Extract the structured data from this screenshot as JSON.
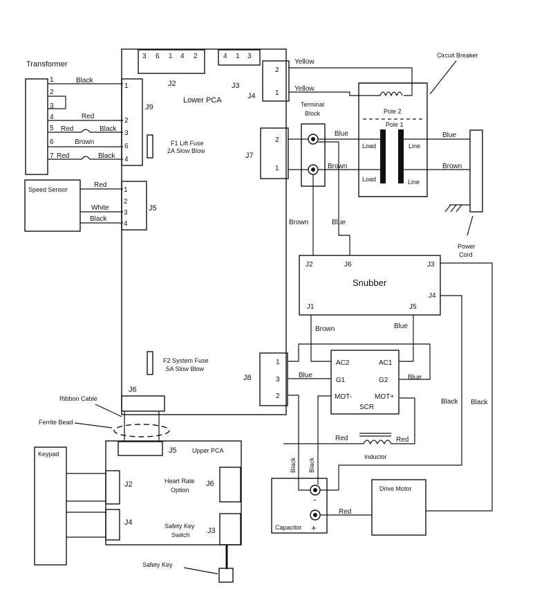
{
  "transformer": {
    "title": "Transformer",
    "pins": [
      "1",
      "2",
      "3",
      "4",
      "5",
      "6",
      "7"
    ]
  },
  "speed_sensor": {
    "title": "Speed Sensor"
  },
  "keypad": {
    "title": "Keypad"
  },
  "lower_pca": {
    "title": "Lower PCA",
    "j2": {
      "label": "J2",
      "pins": [
        "3",
        "6",
        "1",
        "4",
        "2"
      ]
    },
    "j3": {
      "label": "J3",
      "pins": [
        "4",
        "1",
        "3"
      ]
    },
    "j4": {
      "label": "J4",
      "pins": [
        "2",
        "1"
      ]
    },
    "j9": {
      "label": "J9",
      "pins": [
        "1",
        "2",
        "3",
        "6",
        "4"
      ]
    },
    "j7": {
      "label": "J7",
      "pins": [
        "2",
        "1"
      ]
    },
    "j5": {
      "label": "J5",
      "pins": [
        "1",
        "2",
        "3",
        "4"
      ]
    },
    "j8": {
      "label": "J8",
      "pins": [
        "1",
        "3",
        "2"
      ]
    },
    "j6": {
      "label": "J6"
    },
    "f1": {
      "line1": "F1 Lift Fuse",
      "line2": "2A Slow Blow"
    },
    "f2": {
      "line1": "F2 System Fuse",
      "line2": ".5A Slow Blow"
    }
  },
  "upper_pca": {
    "title": "Upper PCA",
    "j5": "J5",
    "j2": "J2",
    "j4": "J4",
    "j6": "J6",
    "j3": "J3",
    "heart_rate": {
      "line1": "Heart Rate",
      "line2": "Option"
    },
    "safety_switch": {
      "line1": "Safety Key",
      "line2": "Switch"
    }
  },
  "terminal_block": {
    "line1": "Terminal",
    "line2": "Block"
  },
  "circuit_breaker": {
    "title": "Circuit Breaker",
    "pole2": "Pole 2",
    "pole1": "Pole 1",
    "load": "Load",
    "line": "Line"
  },
  "power_cord": {
    "line1": "Power",
    "line2": "Cord"
  },
  "snubber": {
    "title": "Snubber",
    "j2": "J2",
    "j6": "J6",
    "j3": "J3",
    "j4": "J4",
    "j1": "J1",
    "j5": "J5"
  },
  "scr": {
    "title": "SCR",
    "ac2": "AC2",
    "ac1": "AC1",
    "g1": "G1",
    "g2": "G2",
    "mot_minus": "MOT-",
    "mot_plus": "MOT+"
  },
  "inductor": {
    "title": "Inductor"
  },
  "capacitor": {
    "title": "Capacitor",
    "minus": "-",
    "plus": "+"
  },
  "drive_motor": {
    "title": "Drive Motor"
  },
  "callouts": {
    "ribbon": "Ribbon Cable",
    "ferrite": "Ferrite Bead",
    "safety_key": "Safety Key"
  },
  "wires": {
    "black": "Black",
    "red": "Red",
    "white": "White",
    "brown": "Brown",
    "yellow": "Yellow",
    "blue": "Blue"
  }
}
